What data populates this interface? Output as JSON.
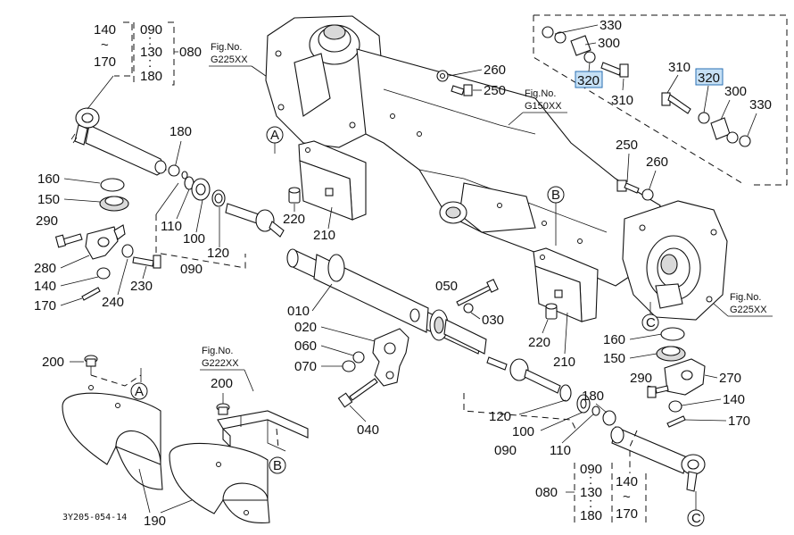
{
  "colors": {
    "highlight": "#c6e0f5",
    "highlight_border": "#2a6fb3",
    "ink": "#111111",
    "shade": "#d9d9d9"
  },
  "figrefs": {
    "top_left": [
      "Fig.No.",
      "G225XX"
    ],
    "center": [
      "Fig.No.",
      "G150XX"
    ],
    "right": [
      "Fig.No.",
      "G225XX"
    ],
    "bottom_left": [
      "Fig.No.",
      "G222XX"
    ]
  },
  "callouts": {
    "a": "A",
    "b": "B",
    "c": "C"
  },
  "lengths": {
    "top": [
      "140",
      "~",
      "170"
    ],
    "bottom": [
      "140",
      "~",
      "170"
    ]
  },
  "groups": {
    "top": {
      "parts": [
        "090",
        "130",
        "180"
      ],
      "sep": ":",
      "assembly": "080"
    },
    "bottom": {
      "parts": [
        "090",
        "130",
        "180"
      ],
      "sep": ":",
      "assembly": "080"
    }
  },
  "parts": {
    "p010": "010",
    "p020": "020",
    "p030": "030",
    "p040": "040",
    "p050": "050",
    "p060": "060",
    "p070": "070",
    "p090_left": "090",
    "p090_right": "090",
    "p100_left": "100",
    "p100_right": "100",
    "p110_left": "110",
    "p110_right": "110",
    "p120_left": "120",
    "p120_right": "120",
    "p140_left": "140",
    "p140_right": "140",
    "p150_left": "150",
    "p150_right": "150",
    "p160_left": "160",
    "p160_right": "160",
    "p170_left": "170",
    "p170_right": "170",
    "p180_left": "180",
    "p180_right": "180",
    "p190": "190",
    "p200_a": "200",
    "p200_b": "200",
    "p210_a": "210",
    "p210_b": "210",
    "p220_a": "220",
    "p220_b": "220",
    "p230": "230",
    "p240": "240",
    "p250_a": "250",
    "p250_b": "250",
    "p260_a": "260",
    "p260_b": "260",
    "p270": "270",
    "p280": "280",
    "p290_left": "290",
    "p290_right": "290",
    "p300_a": "300",
    "p300_b": "300",
    "p310_a": "310",
    "p310_b": "310",
    "p320_a": "320",
    "p320_b": "320",
    "p330_a": "330",
    "p330_b": "330"
  },
  "drawing_code": "3Y205-054-14"
}
